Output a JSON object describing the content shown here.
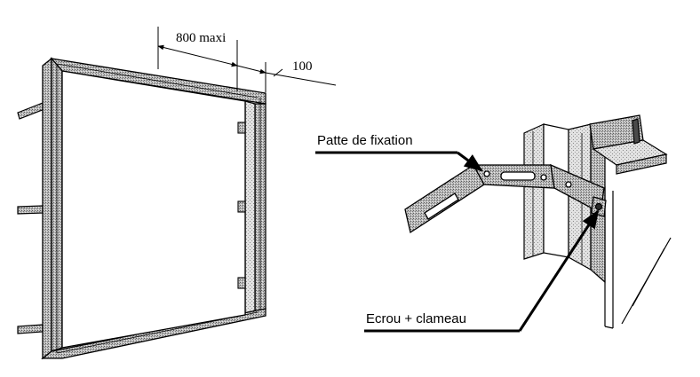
{
  "dimensions": {
    "max_spacing": "800 maxi",
    "end_offset": "100"
  },
  "callouts": {
    "fixing_bracket": "Patte de fixation",
    "nut_clamp": "Ecrou + clameau"
  }
}
